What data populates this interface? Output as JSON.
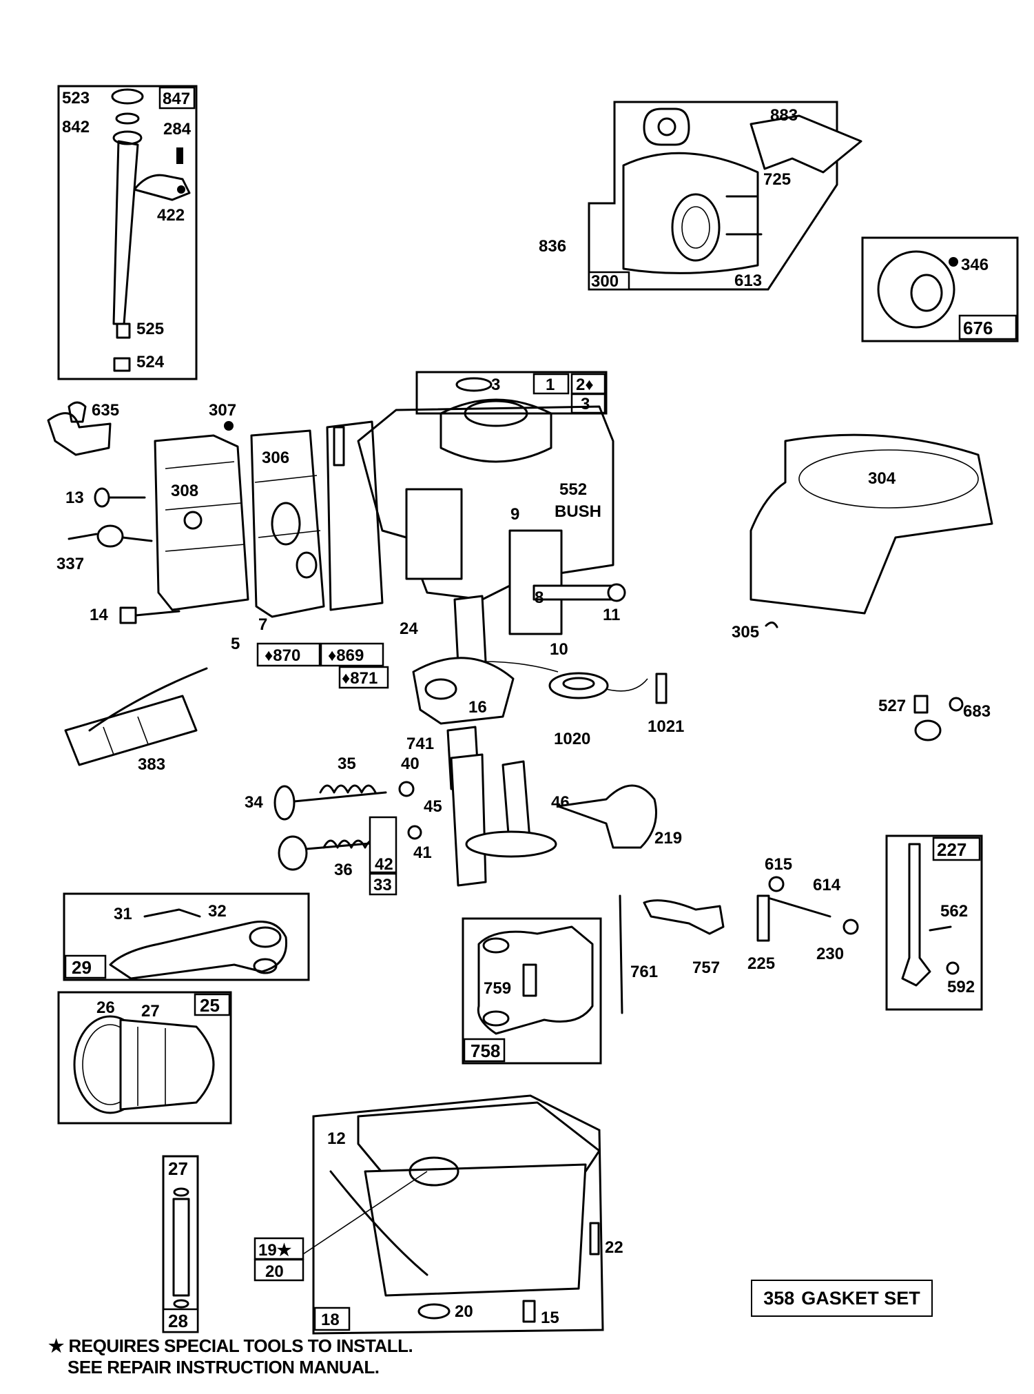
{
  "labels": {
    "p523": "523",
    "p847": "847",
    "p842": "842",
    "p284": "284",
    "p422": "422",
    "p525": "525",
    "p524": "524",
    "p883": "883",
    "p725": "725",
    "p836": "836",
    "p300": "300",
    "p613": "613",
    "p346": "346",
    "p676": "676",
    "p635": "635",
    "p307": "307",
    "p306": "306",
    "p308": "308",
    "p13": "13",
    "p337": "337",
    "p14": "14",
    "p7": "7",
    "p5": "5",
    "p870": "♦870",
    "p869": "♦869",
    "p871": "♦871",
    "p3a": "3",
    "p1": "1",
    "p2": "2♦",
    "p3b": "3",
    "p552": "552",
    "pbush": "BUSH",
    "p9": "9",
    "p8": "8",
    "p11": "11",
    "p24": "24",
    "p10": "10",
    "p16": "16",
    "p1020": "1020",
    "p1021": "1021",
    "p304": "304",
    "p305": "305",
    "p527": "527",
    "p683": "683",
    "p383": "383",
    "p741": "741",
    "p35": "35",
    "p40": "40",
    "p34": "34",
    "p45": "45",
    "p46": "46",
    "p219": "219",
    "p36": "36",
    "p41": "41",
    "p42": "42",
    "p33": "33",
    "p615": "615",
    "p614": "614",
    "p225": "225",
    "p230": "230",
    "p227": "227",
    "p562": "562",
    "p592": "592",
    "p31": "31",
    "p32": "32",
    "p29": "29",
    "p761": "761",
    "p757": "757",
    "p759": "759",
    "p758": "758",
    "p26": "26",
    "p27a": "27",
    "p25": "25",
    "p27b": "27",
    "p28": "28",
    "p12": "12",
    "p19": "19★",
    "p20a": "20",
    "p18": "18",
    "p20b": "20",
    "p22": "22",
    "p15": "15"
  },
  "gasket_set": {
    "number": "358",
    "text": "GASKET SET"
  },
  "footnote": {
    "line1": "★ REQUIRES SPECIAL TOOLS TO INSTALL.",
    "line2": "SEE REPAIR INSTRUCTION MANUAL."
  }
}
